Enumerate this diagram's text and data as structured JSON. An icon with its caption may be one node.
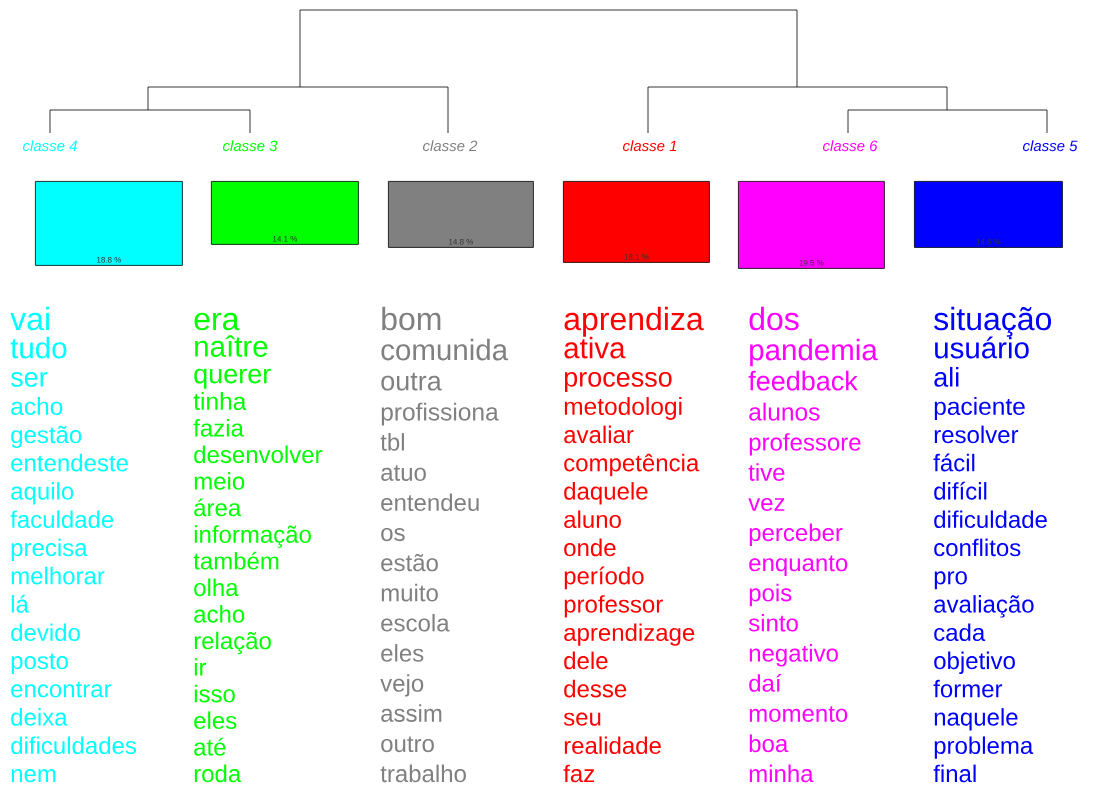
{
  "diagram": {
    "nodes": [
      {
        "text": [
          "18.8 %"
        ],
        "beside": [
          "classe  4",
          "vai",
          "tudo",
          "ser",
          "acho",
          "gestão",
          "entendeste",
          "aquilo",
          "faculdade",
          "precisa",
          "melhorar",
          "lá",
          "devido",
          "posto",
          "encontrar",
          "deixa",
          "dificuldades",
          "nem"
        ]
      },
      {
        "text": [
          "14.1 %"
        ],
        "beside": [
          "classe  3",
          "era",
          "naître",
          "querer",
          "tinha",
          "fazia",
          "desenvolver",
          "meio",
          "área",
          "informação",
          "também",
          "olha",
          "acho",
          "relação",
          "ir",
          "isso",
          "eles",
          "até",
          "roda"
        ]
      },
      {
        "text": [
          "14.8 %"
        ],
        "beside": [
          "classe  2",
          "bom",
          "comunida",
          "outra",
          "profissiona",
          "tbl",
          "atuo",
          "entendeu",
          "os",
          "estão",
          "muito",
          "escola",
          "eles",
          "vejo",
          "assim",
          "outro",
          "trabalho"
        ]
      },
      {
        "text": [
          "18.1 %"
        ],
        "beside": [
          "classe  1",
          "aprendiza",
          "ativa",
          "processo",
          "metodologi",
          "avaliar",
          "competência",
          "daquele",
          "aluno",
          "onde",
          "período",
          "professor",
          "aprendizage",
          "dele",
          "desse",
          "seu",
          "realidade",
          "faz"
        ]
      },
      {
        "text": [
          "19.5 %"
        ],
        "beside": [
          "classe  6",
          "dos",
          "pandemia",
          "feedback",
          "alunos",
          "professore",
          "tive",
          "vez",
          "perceber",
          "enquanto",
          "pois",
          "sinto",
          "negativo",
          "daí",
          "momento",
          "boa",
          "minha"
        ]
      },
      {
        "text": [
          "14.6 %"
        ],
        "beside": [
          "classe  5",
          "situação",
          "usuário",
          "ali",
          "paciente",
          "resolver",
          "fácil",
          "difícil",
          "dificuldade",
          "conflitos",
          "pro",
          "avaliação",
          "cada",
          "objetivo",
          "former",
          "naquele",
          "problema",
          "final"
        ]
      }
    ]
  }
}
